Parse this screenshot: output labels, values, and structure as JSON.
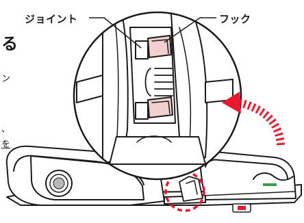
{
  "labels": {
    "joint": "ジョイント",
    "hook": "フック"
  },
  "page_fragments": {
    "large_char": "る",
    "line_1": "ン",
    "line_2": "、",
    "line_3": "を"
  },
  "colors": {
    "line": "#1a1a1a",
    "accent_red": "#e8192c",
    "hook_pink": "#f2d0cf",
    "indicator_green": "#3a9d4a",
    "knob_grey": "#b8b8b8"
  }
}
